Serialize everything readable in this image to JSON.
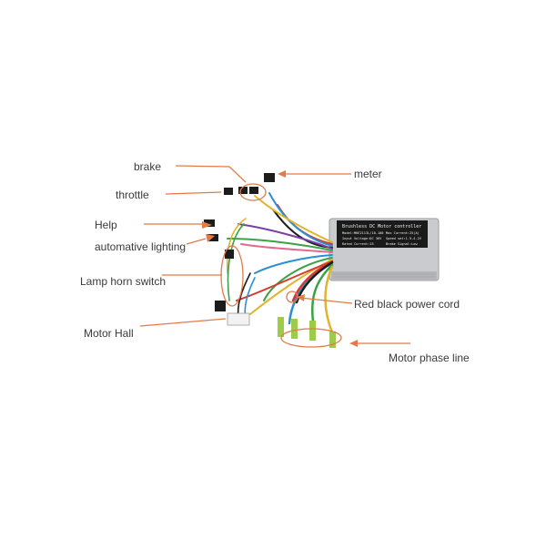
{
  "labels": {
    "brake": "brake",
    "throttle": "throttle",
    "help": "Help",
    "automative_lighting": "automative lighting",
    "lamp_horn_switch": "Lamp horn switch",
    "motor_hall": "Motor Hall",
    "meter": "meter",
    "red_black_power_cord": "Red black power cord",
    "motor_phase_line": "Motor phase line"
  },
  "controller": {
    "title": "Brushless DC Motor controller",
    "row1_left": "Model:MKE2113L/10-100",
    "row1_right": "Max Current:25(A)",
    "row2_left": "Input Voltage:DC 36V",
    "row2_right": "Speed set:1.5-4.2V",
    "row3_left": "Rated Current:15",
    "row3_right": "Brake Signal:Low"
  },
  "colors": {
    "annotation": "#e07b4a",
    "label_text": "#3a3a3a",
    "controller_body": "#c9cbce",
    "panel": "#1a1a1a"
  }
}
